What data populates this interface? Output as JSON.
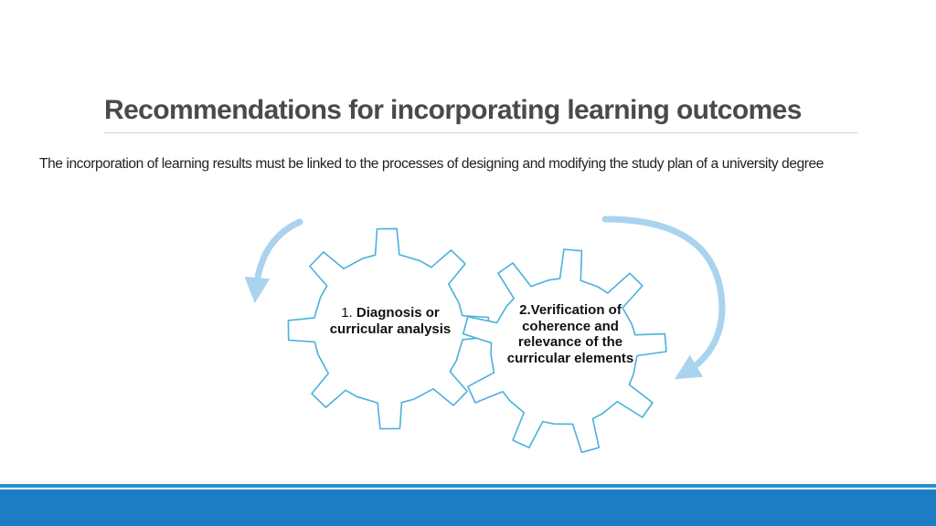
{
  "title": "Recommendations for incorporating learning outcomes",
  "subtitle": "The incorporation of learning results must be linked to the processes of designing and modifying the study plan of a university degree",
  "gears": [
    {
      "number": "1.",
      "label": "Diagnosis or curricular analysis"
    },
    {
      "label": "2.Verification of coherence and relevance of the curricular elements"
    }
  ],
  "colors": {
    "gear_outline": "#4bb0dd",
    "arrow": "#a9d3ee",
    "title": "#4a4a4a",
    "footer": "#1d7cc3"
  },
  "icons": [
    "gear-icon",
    "curved-arrow-icon"
  ]
}
